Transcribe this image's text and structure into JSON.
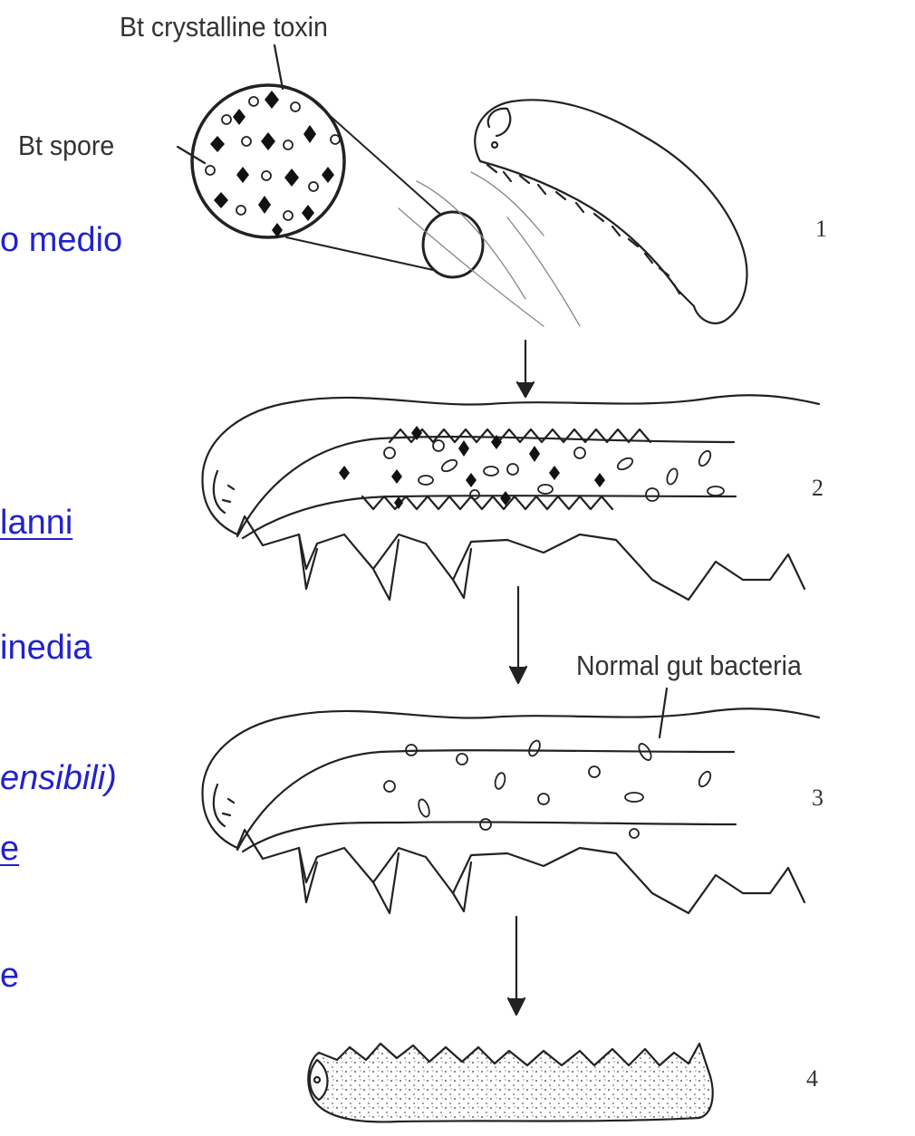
{
  "text_fragments": [
    {
      "id": "medio",
      "text": "o medio"
    },
    {
      "id": "lanni",
      "text": "lanni"
    },
    {
      "id": "inedia",
      "text": "inedia"
    },
    {
      "id": "ensibili",
      "text": "ensibili)"
    },
    {
      "id": "e1",
      "text": "e"
    },
    {
      "id": "e2",
      "text": "e"
    }
  ],
  "diagram": {
    "labels": {
      "toxin": "Bt crystalline toxin",
      "spore": "Bt spore",
      "gut_bacteria": "Normal gut bacteria"
    },
    "stages": [
      "1",
      "2",
      "3",
      "4"
    ]
  },
  "colors": {
    "link_text": "#2222cc",
    "line_art": "#222222",
    "label_text": "#333333"
  }
}
